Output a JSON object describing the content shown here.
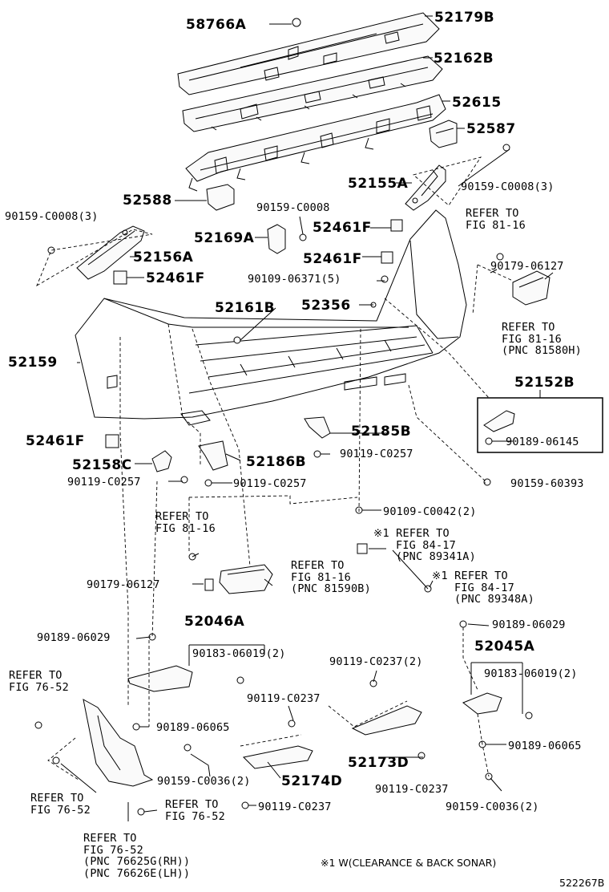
{
  "parts": {
    "p58766A": "58766A",
    "p52179B": "52179B",
    "p52162B": "52162B",
    "p52615": "52615",
    "p52587": "52587",
    "p52155A": "52155A",
    "p90159_C0008_3_r": "90159-C0008(3)",
    "p52588": "52588",
    "p90159_C0008_mid": "90159-C0008",
    "p52461F_a": "52461F",
    "p90159_C0008_3_l": "90159-C0008(3)",
    "p52169A": "52169A",
    "p52461F_b": "52461F",
    "p52156A": "52156A",
    "p52461F_c": "52461F",
    "p90109_06371_5": "90109-06371(5)",
    "p90179_06127_r": "90179-06127",
    "p52356": "52356",
    "p52161B": "52161B",
    "p52159": "52159",
    "p52152B": "52152B",
    "p90189_06145": "90189-06145",
    "p52185B": "52185B",
    "p52461F_d": "52461F",
    "p90119_C0257_a": "90119-C0257",
    "p52158C": "52158C",
    "p52186B": "52186B",
    "p90119_C0257_b": "90119-C0257",
    "p90119_C0257_c": "90119-C0257",
    "p90159_60393": "90159-60393",
    "p90109_C0042_2": "90109-C0042(2)",
    "p90179_06127_l": "90179-06127",
    "p52046A": "52046A",
    "p90189_06029_l": "90189-06029",
    "p90183_06019_2_l": "90183-06019(2)",
    "p90189_06029_r": "90189-06029",
    "p52045A": "52045A",
    "p90119_C0237_2": "90119-C0237(2)",
    "p90183_06019_2_r": "90183-06019(2)",
    "p90119_C0237_a": "90119-C0237",
    "p90189_06065_l": "90189-06065",
    "p52173D": "52173D",
    "p90189_06065_r": "90189-06065",
    "p90159_C0036_2_l": "90159-C0036(2)",
    "p52174D": "52174D",
    "p90119_C0237_b": "90119-C0237",
    "p90159_C0036_2_r": "90159-C0036(2)",
    "p90119_C0237_c": "90119-C0237"
  },
  "refs": {
    "fig81_16_top_1": "REFER TO",
    "fig81_16_top_2": "FIG 81-16",
    "fig81_16_pnc_1": "REFER TO",
    "fig81_16_pnc_2": "FIG 81-16",
    "fig81_16_pnc_3": "(PNC 81580H)",
    "fig81_16_mid_1": "REFER TO",
    "fig81_16_mid_2": "FIG 81-16",
    "fig81_16_b_1": "REFER TO",
    "fig81_16_b_2": "FIG 81-16",
    "fig81_16_b_3": "(PNC 81590B)",
    "fig84_17_a_1": "※1 REFER TO",
    "fig84_17_a_2": "FIG 84-17",
    "fig84_17_a_3": "(PNC 89341A)",
    "fig84_17_b_1": "※1 REFER TO",
    "fig84_17_b_2": "FIG 84-17",
    "fig84_17_b_3": "(PNC 89348A)",
    "fig76_52_a_1": "REFER TO",
    "fig76_52_a_2": "FIG 76-52",
    "fig76_52_b_1": "REFER TO",
    "fig76_52_b_2": "FIG 76-52",
    "fig76_52_c_1": "REFER TO",
    "fig76_52_c_2": "FIG 76-52",
    "fig76_52_d_1": "REFER TO",
    "fig76_52_d_2": "FIG 76-52",
    "fig76_52_d_3": "(PNC 76625G(RH))",
    "fig76_52_d_4": "(PNC 76626E(LH))"
  },
  "footnote": "※1 W(CLEARANCE & BACK SONAR)",
  "figure_id": "522267B"
}
